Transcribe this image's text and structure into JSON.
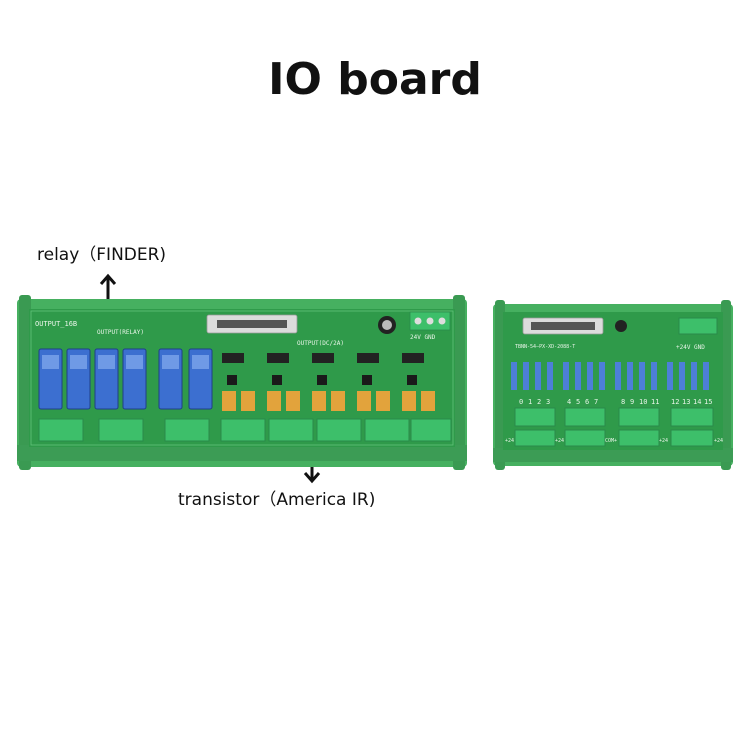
{
  "title": "IO board",
  "labels": {
    "relay": "relay（FINDER)",
    "transistor": "transistor（America IR)"
  },
  "left_board": {
    "silk_main": "OUTPUT_16B",
    "silk_relay": "OUTPUT(RELAY)",
    "silk_dc": "OUTPUT(DC/2A)",
    "silk_power": "24V  GND"
  },
  "right_board": {
    "silk_model": "TBNN-54—PX-XD-2088-T",
    "silk_power": "+24V GND",
    "channel_numbers": [
      "0",
      "1",
      "2",
      "3",
      "4",
      "5",
      "6",
      "7",
      "8",
      "9",
      "10",
      "11",
      "12",
      "13",
      "14",
      "15"
    ],
    "bottom_labels": [
      "+24",
      "+24",
      "COM+",
      "+24",
      "+24"
    ]
  },
  "colors": {
    "pcb": "#2f9a4a",
    "rail": "#3fae5c",
    "relay": "#3c6fd0",
    "terminal": "#3dbf6a"
  }
}
